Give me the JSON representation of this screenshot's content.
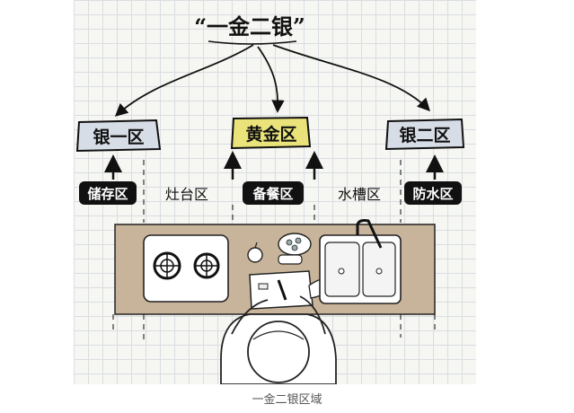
{
  "title": "“一金二银”",
  "zones": {
    "silver_one": "银一区",
    "gold": "黄金区",
    "silver_two": "银二区"
  },
  "areas": {
    "storage": "储存区",
    "stove": "灶台区",
    "prep": "备餐区",
    "sink": "水槽区",
    "waste": "防水区"
  },
  "caption": "一金二银区域",
  "colors": {
    "countertop": "#c8b49a",
    "gold_highlight": "#e9e37a",
    "silver_highlight": "#d7dde6",
    "dark_label": "#111111"
  }
}
